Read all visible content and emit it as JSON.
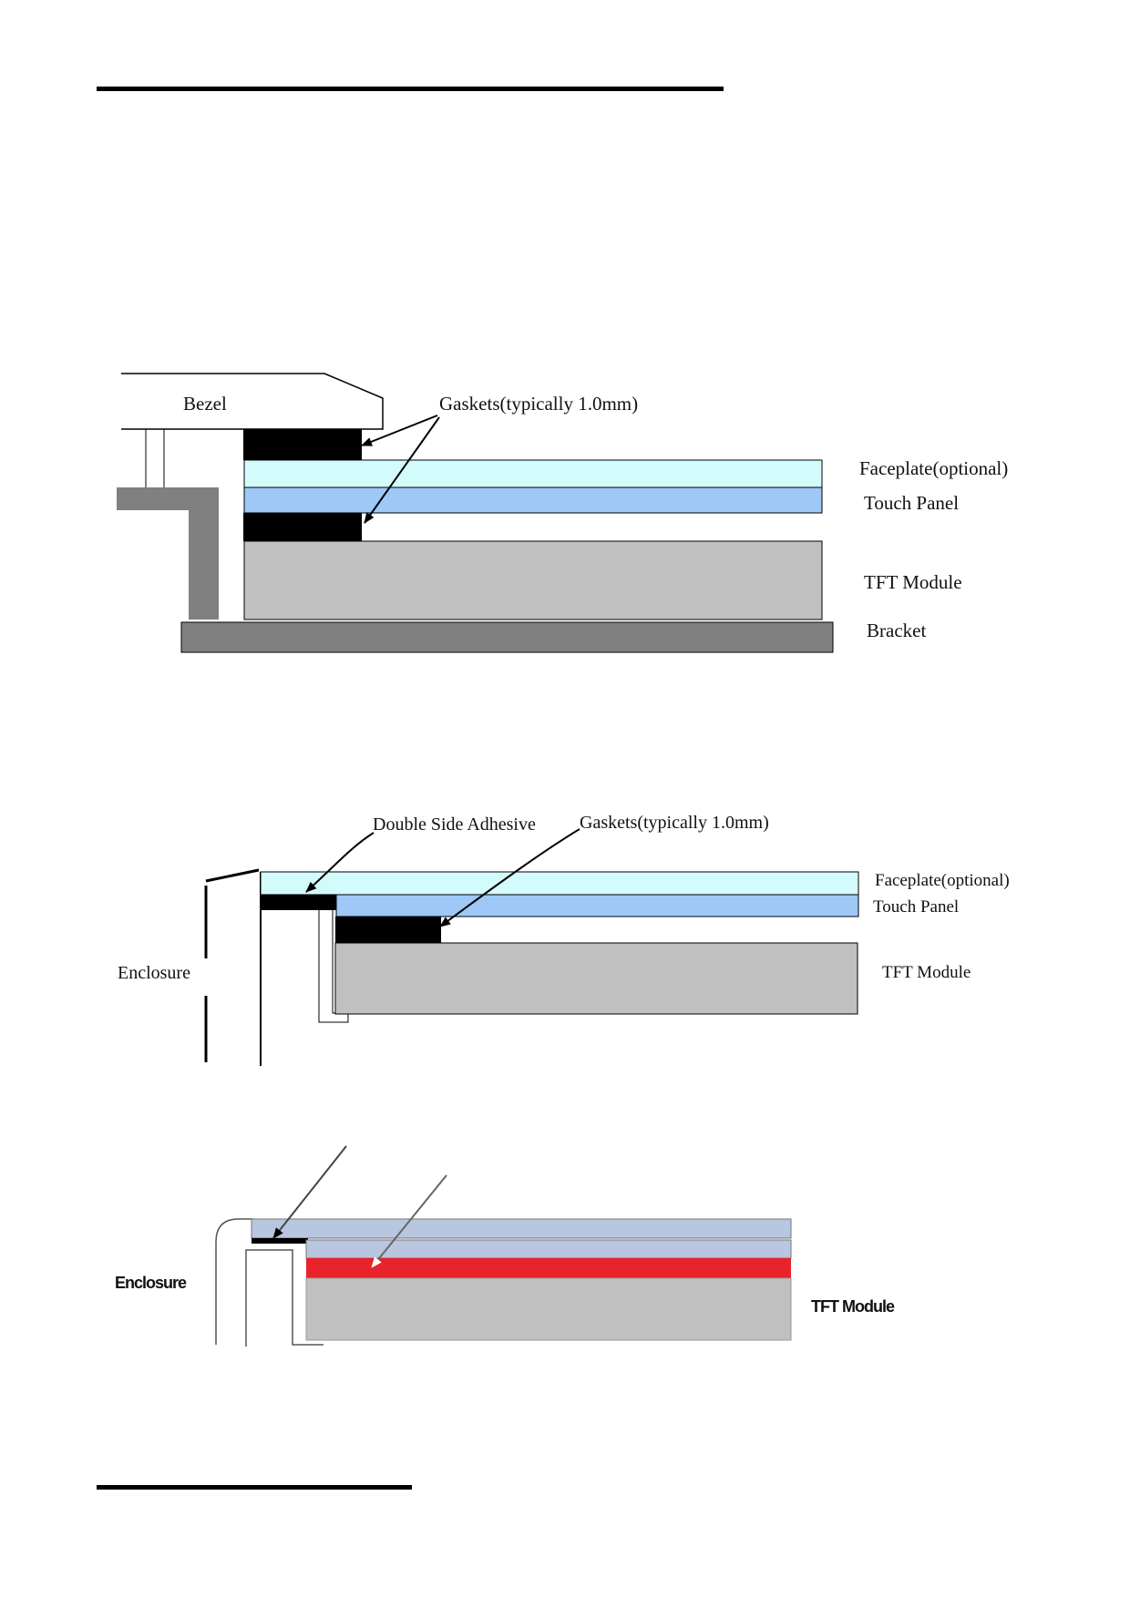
{
  "diagram1": {
    "bezel_label": "Bezel",
    "gaskets_label": "Gaskets(typically 1.0mm)",
    "faceplate_label": "Faceplate(optional)",
    "touch_panel_label": "Touch Panel",
    "tft_module_label": "TFT Module",
    "bracket_label": "Bracket"
  },
  "diagram2": {
    "adhesive_label": "Double Side Adhesive",
    "gaskets_label": "Gaskets(typically 1.0mm)",
    "faceplate_label": "Faceplate(optional)",
    "touch_panel_label": "Touch Panel",
    "tft_module_label": "TFT Module",
    "enclosure_label": "Enclosure"
  },
  "diagram3": {
    "enclosure_label": "Enclosure",
    "tft_module_label": "TFT Module"
  },
  "colors": {
    "faceplate": "#d4fbfb",
    "touch_panel": "#9ec8f6",
    "tft_module": "#c0c0c0",
    "bracket": "#808080",
    "gasket": "#000000",
    "glass3": "#b8c6df",
    "red_gasket": "#e8232b"
  }
}
